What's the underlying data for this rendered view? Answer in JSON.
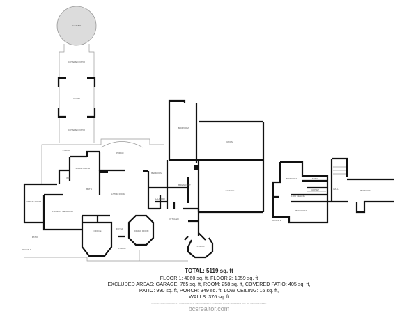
{
  "summary": {
    "total": "TOTAL: 5119 sq. ft",
    "floors": "FLOOR 1: 4060 sq. ft, FLOOR 2: 1059 sq. ft",
    "excluded_1": "EXCLUDED AREAS: GARAGE: 765 sq. ft, ROOM: 258 sq. ft, COVERED PATIO: 405 sq. ft,",
    "excluded_2": "PATIO: 990 sq. ft, PORCH: 349 sq. ft, LOW CEILING: 16 sq. ft,",
    "walls": "WALLS: 376 sq. ft",
    "disclaimer": "FLOOR PLAN CREATED BY CUBICASA APP. MEASUREMENTS DEEMED HIGHLY RELIABLE BUT NOT GUARANTEED.",
    "website": "bcsrealtor.com"
  },
  "rooms": {
    "gazebo": "GAZEBO",
    "covered_patio_top": "COVERED PATIO",
    "room": "ROOM",
    "covered_patio_bottom": "COVERED PATIO",
    "patio_left": "PATIO",
    "sitting": "SITTING ROOM",
    "primary_bedroom": "PRIMARY BEDROOM",
    "primary_bath": "PRIMARY BATH",
    "walk_in_closet": "WIC",
    "bath": "BATH",
    "porch_top": "PORCH",
    "living_room": "LIVING ROOM",
    "office": "OFFICE",
    "foyer": "FOYER",
    "dining_room": "DINING ROOM",
    "porch_bottom": "PORCH",
    "bedroom_1": "BEDROOM",
    "bedroom_2": "BEDROOM",
    "laundry": "LAUNDRY",
    "kitchen": "KITCHEN",
    "breakfast": "BREAKFAST",
    "room_right": "ROOM",
    "garage": "GARAGE",
    "f2_bedroom": "BEDROOM",
    "f2_bath": "BATH",
    "f2_closet": "CLOSET",
    "f2_low_ceiling": "LOW CEILING",
    "f2_bedroom_2": "BEDROOM",
    "f2_bedroom_3": "BEDROOM",
    "f2_hall": "HALL"
  },
  "floor_labels": {
    "floor1": "FLOOR 1",
    "floor2": "FLOOR 2"
  }
}
